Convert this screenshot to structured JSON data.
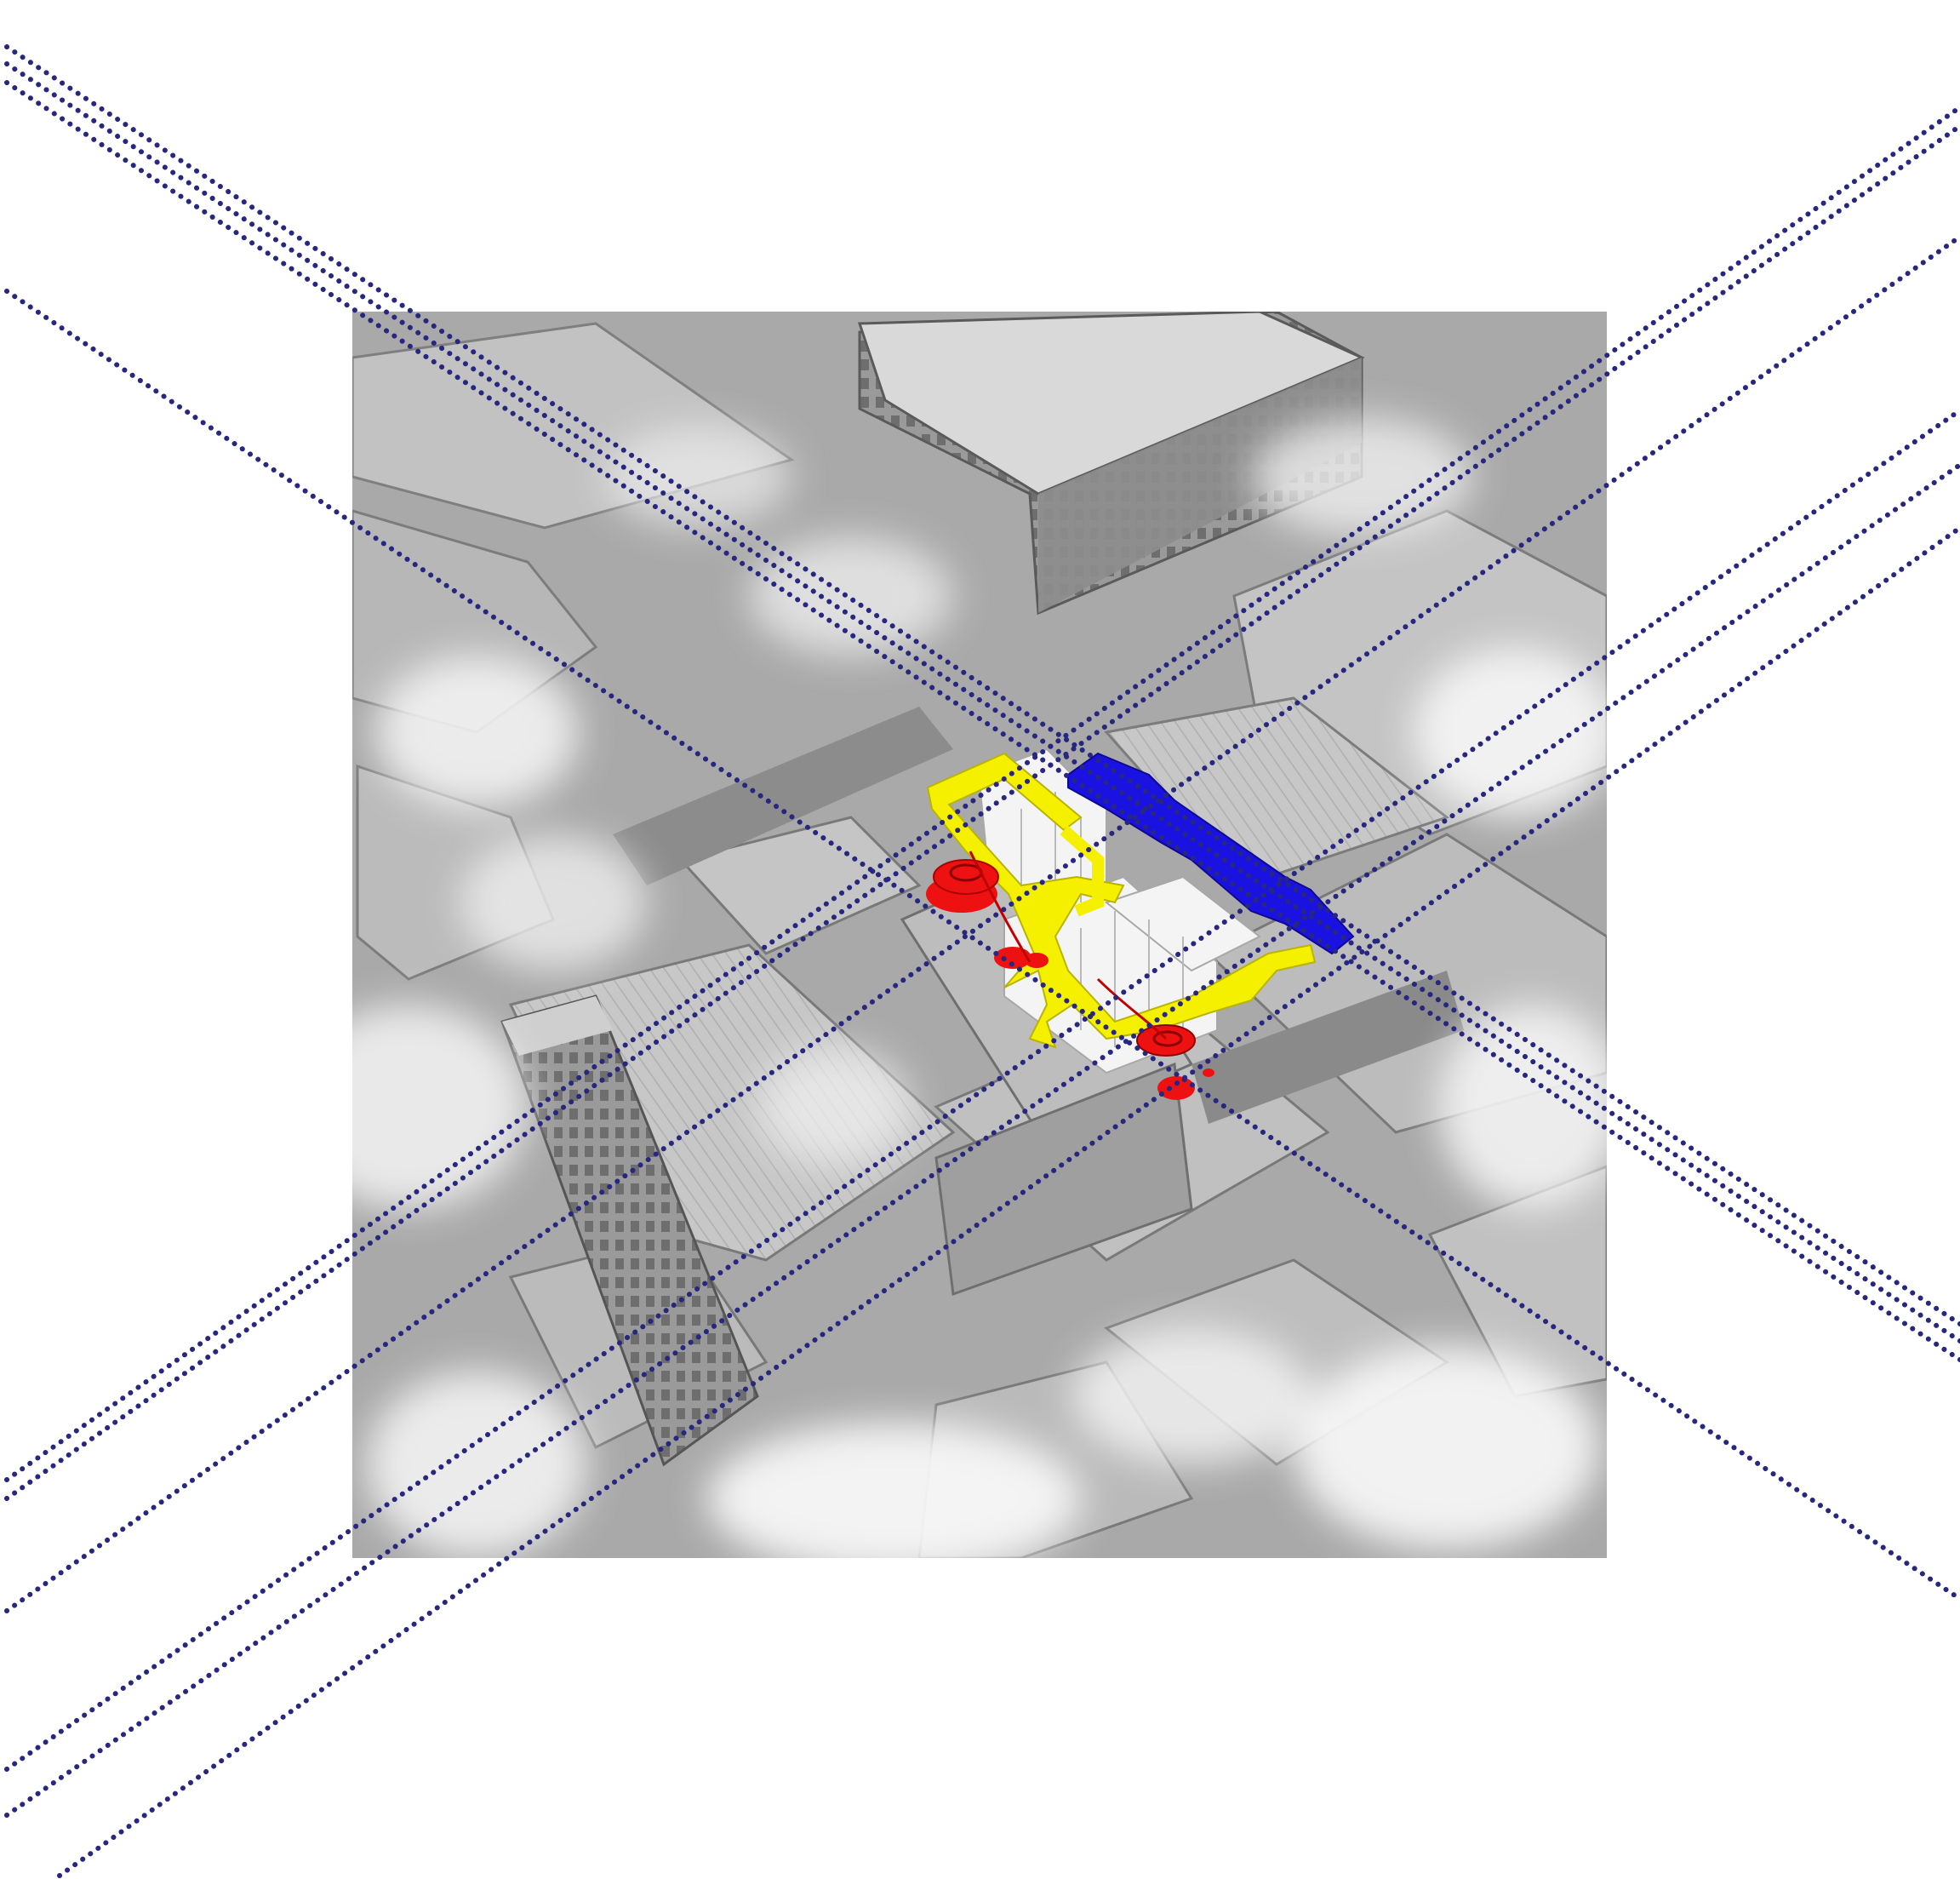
{
  "figure": {
    "background_color": "#ffffff",
    "aerial_photo": {
      "tone": "grayscale",
      "subject": "city-blocks-with-clouds"
    },
    "proposal_colors": {
      "walkway": "#f5f000",
      "roof_bar": "#1a12e0",
      "discs": "#ee1111",
      "structure": "#ffffff"
    },
    "axis_lines": {
      "color": "#27277f",
      "style": "dotted",
      "directions": [
        "nw-se",
        "sw-ne"
      ]
    }
  }
}
